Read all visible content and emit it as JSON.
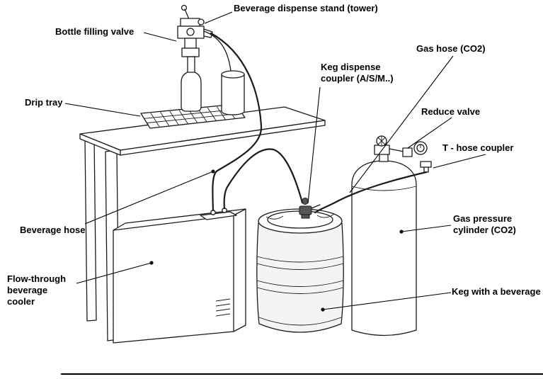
{
  "colors": {
    "ink": "#1a1a1a",
    "background": "#ffffff"
  },
  "labels": [
    {
      "id": "tower",
      "text": "Beverage dispense stand (tower)"
    },
    {
      "id": "bottle-valve",
      "text": "Bottle filling valve"
    },
    {
      "id": "drip-tray",
      "text": "Drip tray"
    },
    {
      "id": "beverage-hose",
      "text": "Beverage hose"
    },
    {
      "id": "cooler",
      "text": "Flow-through\nbeverage\ncooler"
    },
    {
      "id": "gas-hose",
      "text": "Gas hose (CO2)"
    },
    {
      "id": "keg-coupler",
      "text": "Keg dispense\ncoupler (A/S/M..)"
    },
    {
      "id": "reduce-valve",
      "text": "Reduce valve"
    },
    {
      "id": "t-hose-coupler",
      "text": "T - hose coupler"
    },
    {
      "id": "gas-cylinder",
      "text": "Gas pressure\ncylinder (CO2)"
    },
    {
      "id": "keg",
      "text": "Keg with a beverage"
    }
  ]
}
